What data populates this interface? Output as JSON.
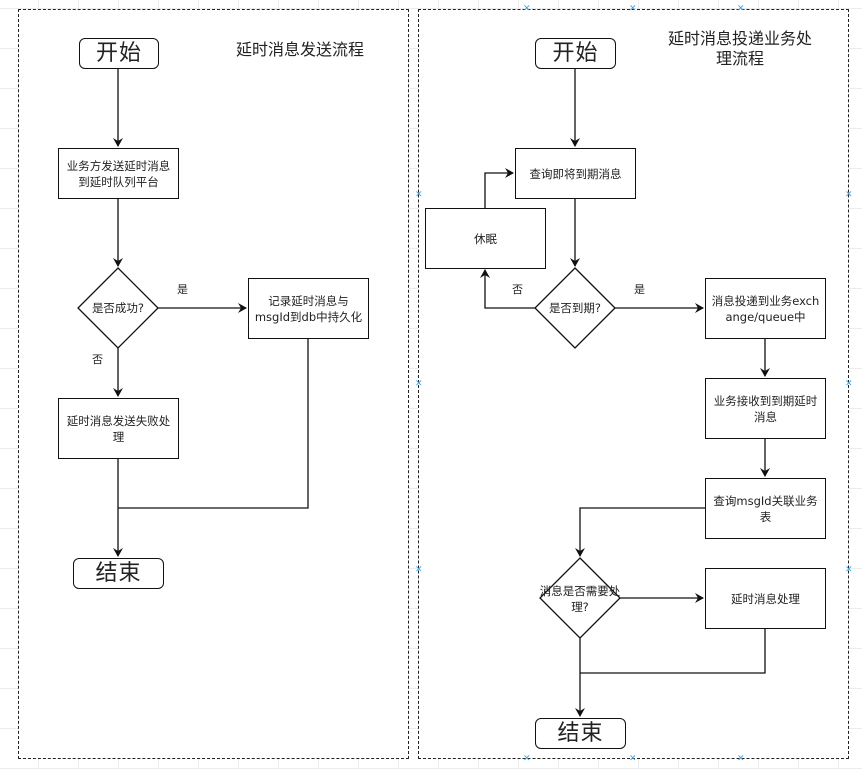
{
  "left_flow": {
    "title": "延时消息发送流程",
    "start": "开始",
    "send_step": "业务方发送延时消息到延时队列平台",
    "decision": "是否成功?",
    "yes_label": "是",
    "no_label": "否",
    "persist_step": "记录延时消息与msgId到db中持久化",
    "fail_step": "延时消息发送失败处理",
    "end": "结束"
  },
  "right_flow": {
    "title": "延时消息投递业务处理流程",
    "start": "开始",
    "query_step": "查询即将到期消息",
    "sleep_step": "休眠",
    "decision_due": "是否到期?",
    "yes_label": "是",
    "no_label": "否",
    "deliver_step": "消息投递到业务exchange/queue中",
    "receive_step": "业务接收到到期延时消息",
    "lookup_step": "查询msgId关联业务表",
    "decision_handle": "消息是否需要处理?",
    "handle_step": "延时消息处理",
    "end": "结束"
  },
  "selection_handle_icon": "x-mark-icon"
}
